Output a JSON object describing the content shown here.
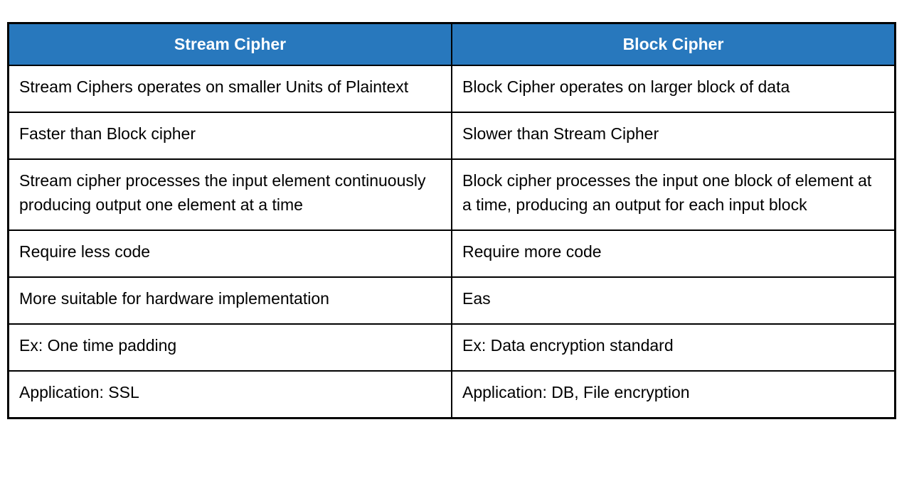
{
  "page": {
    "background_color": "#FFFFFF"
  },
  "table": {
    "name": "Stream Cipher vs Block Cipher comparison",
    "header_bg_color": "#2878BD",
    "header_text_color": "#FFFFFF",
    "border_color": "#000000",
    "columns": [
      "Stream Cipher",
      "Block Cipher"
    ],
    "rows": [
      [
        "Stream Ciphers operates on smaller Units of Plaintext",
        "Block Cipher operates on larger block of data"
      ],
      [
        "Faster than Block cipher",
        "Slower than Stream Cipher"
      ],
      [
        "Stream cipher processes the input element continuously producing output one element at a time",
        "Block cipher processes the input one block of element at a time, producing an output for each input block"
      ],
      [
        "Require less code",
        "Require more code"
      ],
      [
        "More suitable for hardware implementation",
        "Eas"
      ],
      [
        "Ex: One time padding",
        "Ex: Data encryption standard"
      ],
      [
        "Application: SSL",
        "Application: DB, File encryption"
      ]
    ]
  }
}
